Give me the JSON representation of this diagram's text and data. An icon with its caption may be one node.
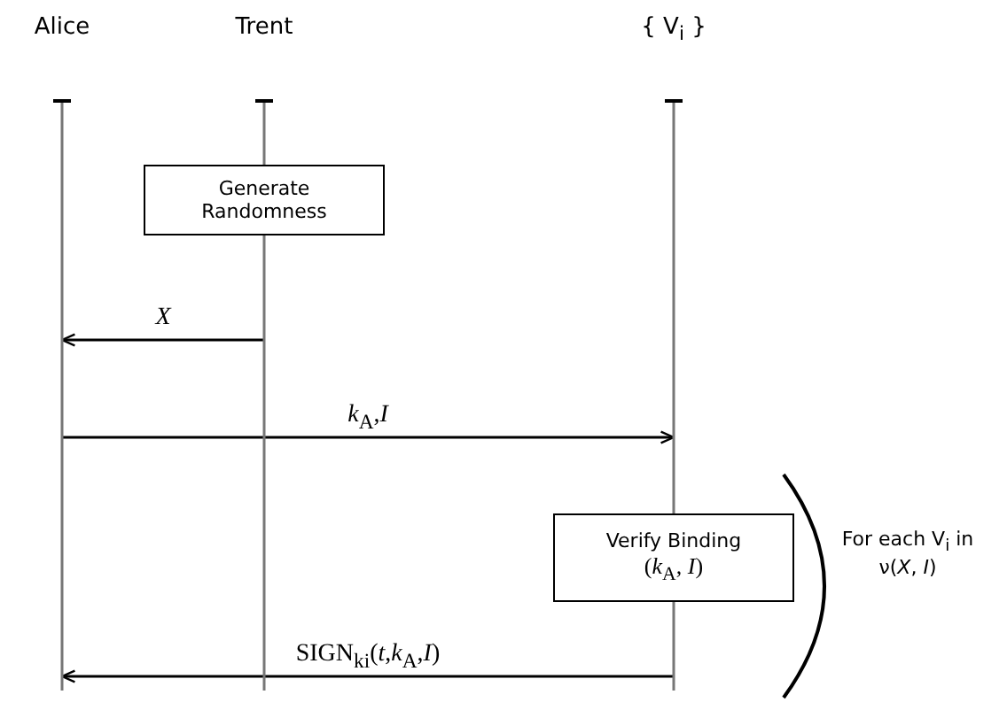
{
  "diagram": {
    "nodes": [
      {
        "text": [
          "Alice"
        ]
      },
      {
        "text": [
          "Trent"
        ]
      },
      {
        "text": [
          "{ V$_{i}$ }"
        ]
      },
      {
        "text": [
          "Generate Randomness"
        ]
      },
      {
        "text": [
          "Verify Binding",
          "(*k*$_{A}$, *I*)"
        ]
      }
    ],
    "edges": [
      {
        "from": 1,
        "to": 0,
        "arrow": "to",
        "label": "*X*"
      },
      {
        "from": 0,
        "to": 2,
        "arrow": "to",
        "label": "*k*$_{A}$,*I*"
      },
      {
        "from": 2,
        "to": 0,
        "arrow": "to",
        "label": "SIGN$_{ki}$(*t*,*k*$_{A}$,*I*)"
      }
    ],
    "labels": [
      "For each V$_{i}$ in ν(*X*, *I*)"
    ]
  }
}
